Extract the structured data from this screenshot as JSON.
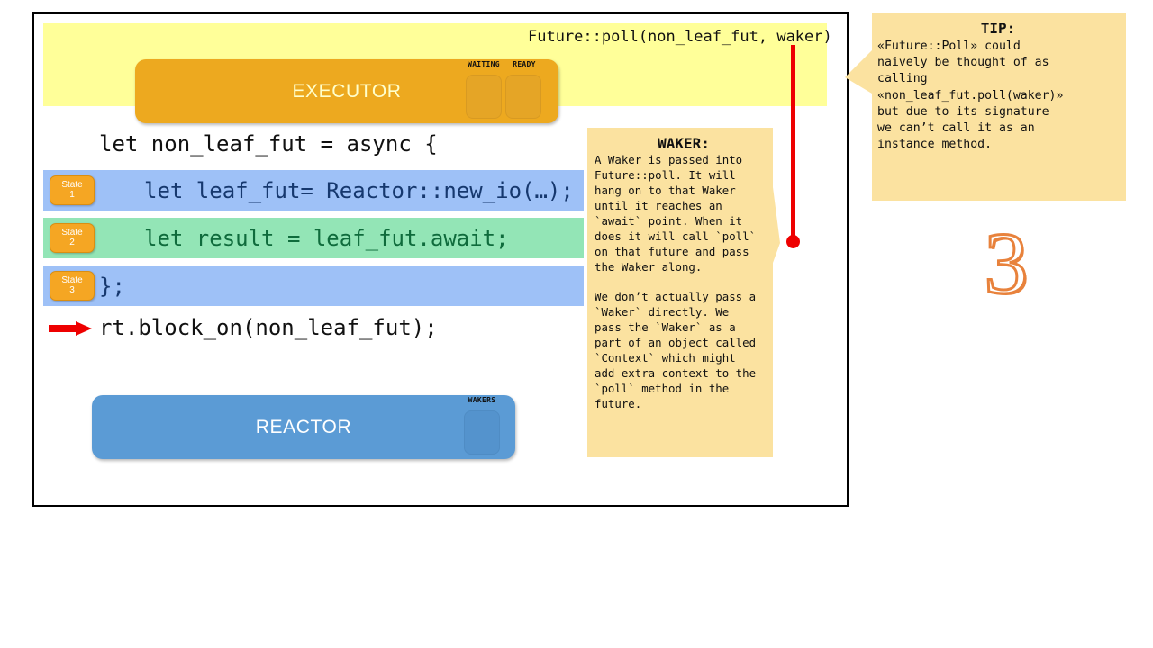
{
  "slide": {
    "page_number": "3"
  },
  "executor": {
    "title": "EXECUTOR",
    "queues": [
      {
        "label": "WAITING",
        "name": "waiting"
      },
      {
        "label": "READY",
        "name": "ready"
      }
    ],
    "poll_call": "Future::poll(non_leaf_fut, waker)"
  },
  "code": {
    "open_line": "let non_leaf_fut = async {",
    "lines": [
      {
        "badge_top": "State",
        "badge_num": "1",
        "text": "let leaf_fut= Reactor::new_io(…);",
        "color": "#9ec1f7"
      },
      {
        "badge_top": "State",
        "badge_num": "2",
        "text": "let result = leaf_fut.await;",
        "color": "#93e5b6"
      },
      {
        "badge_top": "State",
        "badge_num": "3",
        "text": "};",
        "color": "#9ec1f7"
      }
    ],
    "block_on": "rt.block_on(non_leaf_fut);"
  },
  "reactor": {
    "title": "REACTOR",
    "queue_label": "WAKERS"
  },
  "waker_callout": {
    "title": "WAKER:",
    "paragraph_1": "A Waker is passed into\nFuture::poll. It will\nhang on to that Waker\nuntil it reaches an\n`await` point. When it\ndoes it will call `poll`\non that future and pass\nthe Waker along.",
    "paragraph_2": "We don’t actually pass a\n`Waker` directly. We\npass the `Waker` as a\npart of an object called\n`Context` which might\nadd extra context to the\n`poll` method in the\nfuture."
  },
  "tip_callout": {
    "title": "TIP:",
    "body": "«Future::Poll» could\nnaively be thought of as\ncalling\n«non_leaf_fut.poll(waker)»\nbut due to its signature\nwe can’t call it as an\ninstance method."
  },
  "colors": {
    "executor_band": "#ffff99",
    "executor_box": "#eda91f",
    "reactor_box": "#5b9bd5",
    "state_badge": "#f5a623",
    "callout_fill": "#fbe2a0",
    "highlight_blue": "#9ec1f7",
    "highlight_green": "#93e5b6",
    "accent_red": "#ee0000",
    "page_number_outline": "#e8823c"
  }
}
